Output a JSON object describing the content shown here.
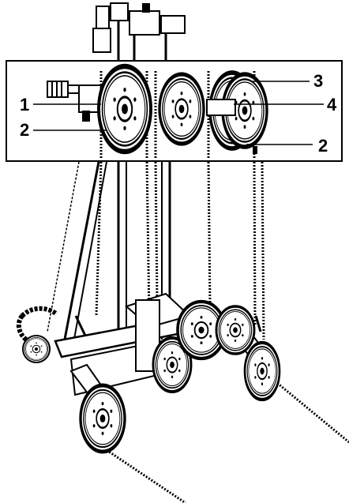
{
  "callouts": [
    {
      "label": "1"
    },
    {
      "label": "2"
    },
    {
      "label": "3"
    },
    {
      "label": "4"
    },
    {
      "label": "2"
    }
  ]
}
